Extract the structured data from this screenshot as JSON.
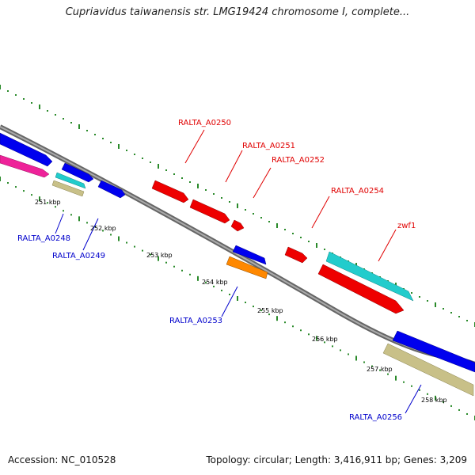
{
  "title": "Cupriavidus taiwanensis str. LMG19424 chromosome I, complete...",
  "footer": {
    "accession": "Accession: NC_010528",
    "summary": "Topology: circular; Length: 3,416,911 bp; Genes: 3,209"
  },
  "colors": {
    "backbone": "#888888",
    "ruler_dots": "#2a8a2a",
    "gene_blue": "#0000ee",
    "gene_red": "#ee0000",
    "gene_cyan": "#22cccc",
    "gene_magenta": "#ee2299",
    "gene_khaki": "#c8c088",
    "gene_orange": "#ff8800",
    "label_red": "#e00000",
    "label_blue": "#0000cc"
  },
  "tick_labels": [
    "251 kbp",
    "252 kbp",
    "253 kbp",
    "254 kbp",
    "255 kbp",
    "256 kbp",
    "257 kbp",
    "258 kbp"
  ],
  "gene_labels": [
    {
      "text": "RALTA_A0250",
      "color": "red"
    },
    {
      "text": "RALTA_A0251",
      "color": "red"
    },
    {
      "text": "RALTA_A0252",
      "color": "red"
    },
    {
      "text": "RALTA_A0254",
      "color": "red"
    },
    {
      "text": "zwf1",
      "color": "red"
    },
    {
      "text": "RALTA_A0248",
      "color": "blue"
    },
    {
      "text": "RALTA_A0249",
      "color": "blue"
    },
    {
      "text": "RALTA_A0253",
      "color": "blue"
    },
    {
      "text": "RALTA_A0256",
      "color": "blue"
    }
  ]
}
